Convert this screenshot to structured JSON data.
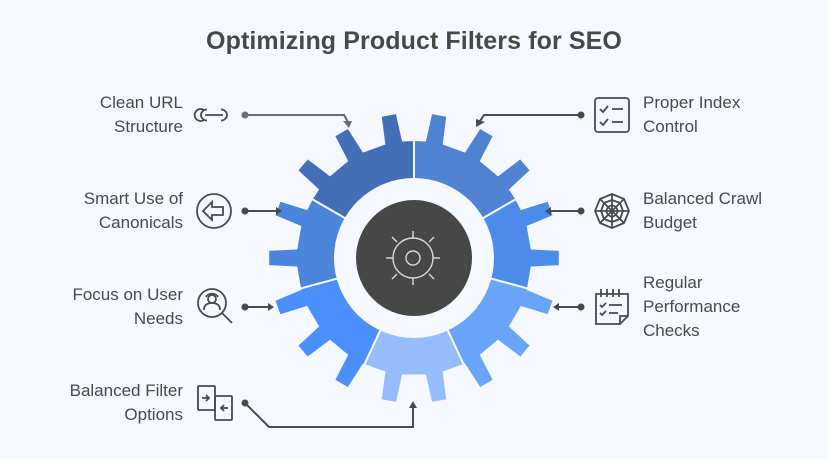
{
  "title": "Optimizing Product Filters for SEO",
  "colors": {
    "background": "#f5f8fe",
    "text": "#4a4a4a",
    "center": "#474747",
    "connector": "#4a4a4a",
    "segments": [
      "#426fb8",
      "#4f83d1",
      "#4b8bea",
      "#6aa4f9",
      "#96bdfb",
      "#4a8ffa",
      "#4b85db"
    ]
  },
  "left_items": [
    {
      "label_line1": "Clean URL",
      "label_line2": "Structure",
      "icon": "link-icon"
    },
    {
      "label_line1": "Smart Use of",
      "label_line2": "Canonicals",
      "icon": "arrow-left-circle-icon"
    },
    {
      "label_line1": "Focus on User",
      "label_line2": "Needs",
      "icon": "user-search-icon"
    },
    {
      "label_line1": "Balanced Filter",
      "label_line2": "Options",
      "icon": "swap-panels-icon"
    }
  ],
  "right_items": [
    {
      "label_line1": "Proper Index",
      "label_line2": "Control",
      "icon": "checklist-icon"
    },
    {
      "label_line1": "Balanced Crawl",
      "label_line2": "Budget",
      "icon": "spider-web-icon"
    },
    {
      "label_line1": "Regular",
      "label_line2": "Performance",
      "label_line3": "Checks",
      "icon": "calendar-checklist-icon"
    }
  ],
  "center_icon": "gear-icon"
}
